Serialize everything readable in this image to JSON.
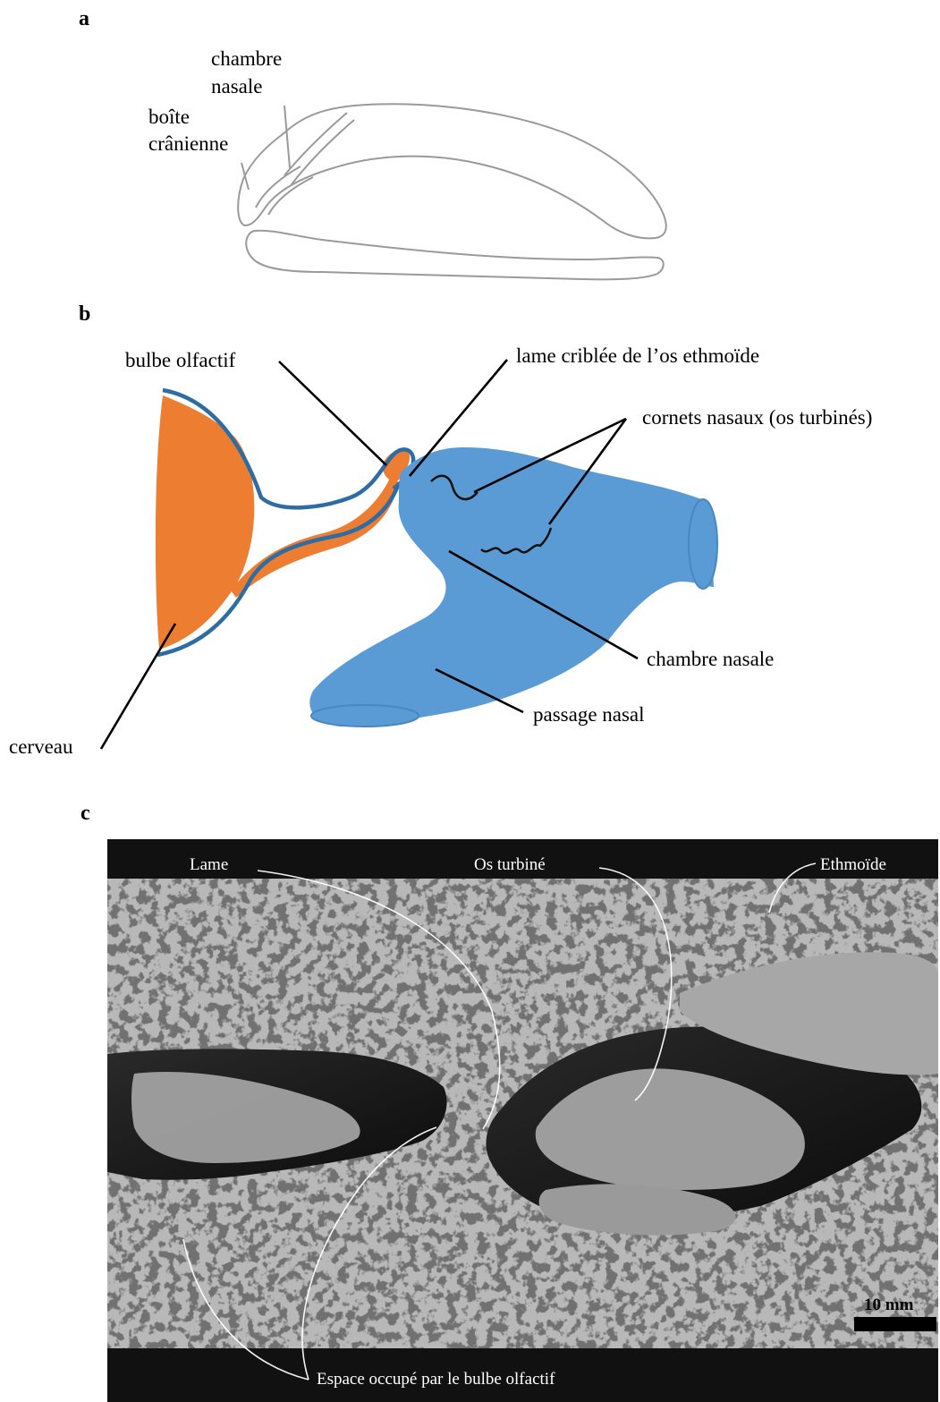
{
  "panels": {
    "a": {
      "letter": "a",
      "labels": {
        "chambre_line1": "chambre",
        "chambre_line2": "nasale",
        "boite_line1": "boîte",
        "boite_line2": "crânienne"
      }
    },
    "b": {
      "letter": "b",
      "labels": {
        "bulbe": "bulbe olfactif",
        "lame": "lame criblée de l’os ethmoïde",
        "cornets": "cornets nasaux (os turbinés)",
        "chambre": "chambre nasale",
        "passage": "passage nasal",
        "cerveau": "cerveau"
      },
      "colors": {
        "brain": "#ed7d31",
        "nasal": "#5b9bd5",
        "outline": "#2e6da4"
      }
    },
    "c": {
      "letter": "c",
      "labels": {
        "lame": "Lame",
        "turbine": "Os turbiné",
        "ethmoide": "Ethmoïde",
        "espace": "Espace occupé par le bulbe olfactif",
        "scale": "10 mm"
      },
      "colors": {
        "bar": "#111111",
        "bone": "#bdbdbd"
      }
    }
  }
}
